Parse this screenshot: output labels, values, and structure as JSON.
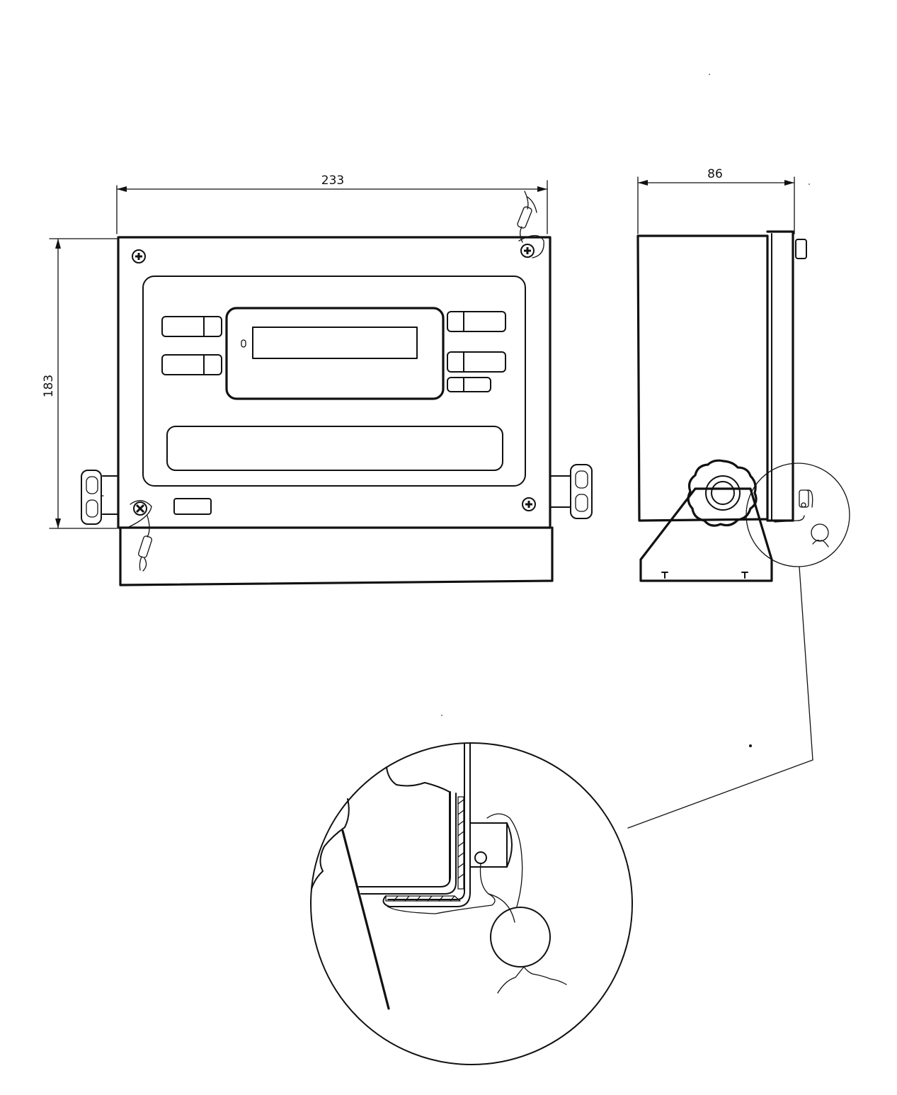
{
  "dimensions": {
    "front_width": "233",
    "front_height": "183",
    "side_depth": "86"
  },
  "colors": {
    "ink": "#111111",
    "paper": "#ffffff"
  }
}
